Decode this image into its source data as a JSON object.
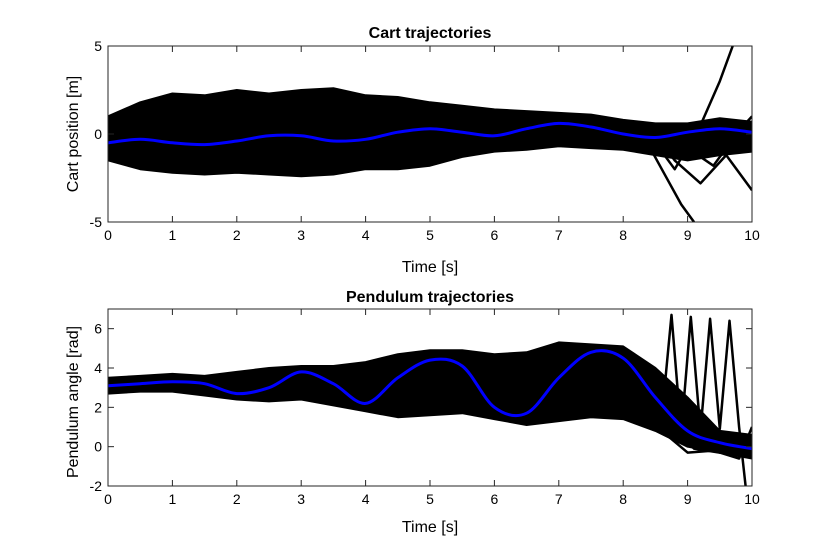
{
  "chart_data": [
    {
      "type": "line",
      "title": "Cart trajectories",
      "xlabel": "Time [s]",
      "ylabel": "Cart position [m]",
      "xlim": [
        0,
        10
      ],
      "ylim": [
        -5,
        5
      ],
      "xticks": [
        "0",
        "1",
        "2",
        "3",
        "4",
        "5",
        "6",
        "7",
        "8",
        "9",
        "10"
      ],
      "yticks": [
        "-5",
        "0",
        "5"
      ],
      "grid": false,
      "series": [
        {
          "color": "#0000ff",
          "role": "mean trajectory",
          "x": [
            0,
            0.5,
            1,
            1.5,
            2,
            2.5,
            3,
            3.5,
            4,
            4.5,
            5,
            5.5,
            6,
            6.5,
            7,
            7.5,
            8,
            8.5,
            9,
            9.5,
            10
          ],
          "y": [
            -0.5,
            -0.3,
            -0.5,
            -0.6,
            -0.4,
            -0.1,
            -0.1,
            -0.4,
            -0.3,
            0.1,
            0.3,
            0.1,
            -0.1,
            0.3,
            0.6,
            0.4,
            0.0,
            -0.2,
            0.1,
            0.3,
            0.1
          ]
        },
        {
          "color": "#000000",
          "role": "sample trajectory band",
          "x": [
            0,
            0.5,
            1,
            1.5,
            2,
            2.5,
            3,
            3.5,
            4,
            4.5,
            5,
            5.5,
            6,
            6.5,
            7,
            7.5,
            8,
            8.5,
            9,
            9.5,
            10
          ],
          "upper": [
            1.0,
            1.8,
            2.3,
            2.2,
            2.5,
            2.3,
            2.5,
            2.6,
            2.2,
            2.1,
            1.8,
            1.6,
            1.4,
            1.3,
            1.2,
            1.1,
            0.8,
            0.6,
            0.6,
            0.9,
            0.7
          ],
          "lower": [
            -1.5,
            -2.0,
            -2.2,
            -2.3,
            -2.2,
            -2.3,
            -2.4,
            -2.3,
            -2.0,
            -2.0,
            -1.8,
            -1.3,
            -1.0,
            -0.9,
            -0.7,
            -0.8,
            -0.9,
            -1.2,
            -1.5,
            -1.2,
            -1.0
          ]
        }
      ],
      "outliers": [
        {
          "color": "#000000",
          "x": [
            8.4,
            8.8,
            9.2,
            9.5,
            9.7
          ],
          "y": [
            0.0,
            -2.0,
            0.5,
            3.0,
            5.0
          ]
        },
        {
          "color": "#000000",
          "x": [
            8.3,
            8.6,
            8.9,
            9.1
          ],
          "y": [
            0.0,
            -2.0,
            -4.0,
            -5.0
          ]
        },
        {
          "color": "#000000",
          "x": [
            8.5,
            8.8,
            9.2,
            9.6,
            10.0
          ],
          "y": [
            0.0,
            -1.5,
            -2.8,
            -1.2,
            -3.2
          ]
        },
        {
          "color": "#000000",
          "x": [
            8.6,
            9.0,
            9.4,
            9.8,
            10.0
          ],
          "y": [
            0.2,
            -0.8,
            -1.8,
            0.2,
            1.0
          ]
        }
      ]
    },
    {
      "type": "line",
      "title": "Pendulum trajectories",
      "xlabel": "Time [s]",
      "ylabel": "Pendulum angle [rad]",
      "xlim": [
        0,
        10
      ],
      "ylim": [
        -2,
        7
      ],
      "xticks": [
        "0",
        "1",
        "2",
        "3",
        "4",
        "5",
        "6",
        "7",
        "8",
        "9",
        "10"
      ],
      "yticks": [
        "-2",
        "0",
        "2",
        "4",
        "6"
      ],
      "grid": false,
      "series": [
        {
          "color": "#0000ff",
          "role": "mean trajectory",
          "x": [
            0,
            0.5,
            1,
            1.5,
            2,
            2.5,
            3,
            3.5,
            4,
            4.5,
            5,
            5.5,
            6,
            6.5,
            7,
            7.5,
            8,
            8.5,
            9,
            9.5,
            10
          ],
          "y": [
            3.1,
            3.2,
            3.3,
            3.2,
            2.7,
            3.0,
            3.8,
            3.2,
            2.2,
            3.5,
            4.4,
            4.1,
            2.0,
            1.7,
            3.5,
            4.8,
            4.5,
            2.5,
            0.8,
            0.2,
            -0.1
          ]
        },
        {
          "color": "#000000",
          "role": "sample trajectory band",
          "x": [
            0,
            0.5,
            1,
            1.5,
            2,
            2.5,
            3,
            3.5,
            4,
            4.5,
            5,
            5.5,
            6,
            6.5,
            7,
            7.5,
            8,
            8.5,
            9,
            9.5,
            10
          ],
          "upper": [
            3.5,
            3.6,
            3.7,
            3.6,
            3.8,
            4.0,
            4.1,
            4.1,
            4.3,
            4.7,
            4.9,
            4.9,
            4.7,
            4.8,
            5.3,
            5.2,
            5.1,
            4.0,
            2.5,
            0.8,
            0.6
          ],
          "lower": [
            2.7,
            2.8,
            2.8,
            2.6,
            2.4,
            2.3,
            2.4,
            2.1,
            1.8,
            1.5,
            1.6,
            1.7,
            1.4,
            1.1,
            1.3,
            1.5,
            1.4,
            0.8,
            0.0,
            -0.3,
            -0.6
          ]
        }
      ],
      "outliers": [
        {
          "color": "#000000",
          "x": [
            8.6,
            8.75,
            8.9,
            9.05,
            9.2,
            9.35,
            9.5,
            9.65,
            9.8,
            9.9
          ],
          "y": [
            1.5,
            6.7,
            0.7,
            6.6,
            0.8,
            6.5,
            0.9,
            6.4,
            1.0,
            -2.0
          ]
        },
        {
          "color": "#000000",
          "x": [
            8.2,
            8.6,
            9.0,
            9.4,
            9.8,
            10.0
          ],
          "y": [
            2.0,
            0.8,
            -0.3,
            -0.2,
            -0.6,
            1.0
          ]
        },
        {
          "color": "#000000",
          "x": [
            8.3,
            8.7,
            9.1,
            9.5,
            9.9
          ],
          "y": [
            3.0,
            1.2,
            -0.1,
            -0.3,
            -0.4
          ]
        }
      ]
    }
  ]
}
